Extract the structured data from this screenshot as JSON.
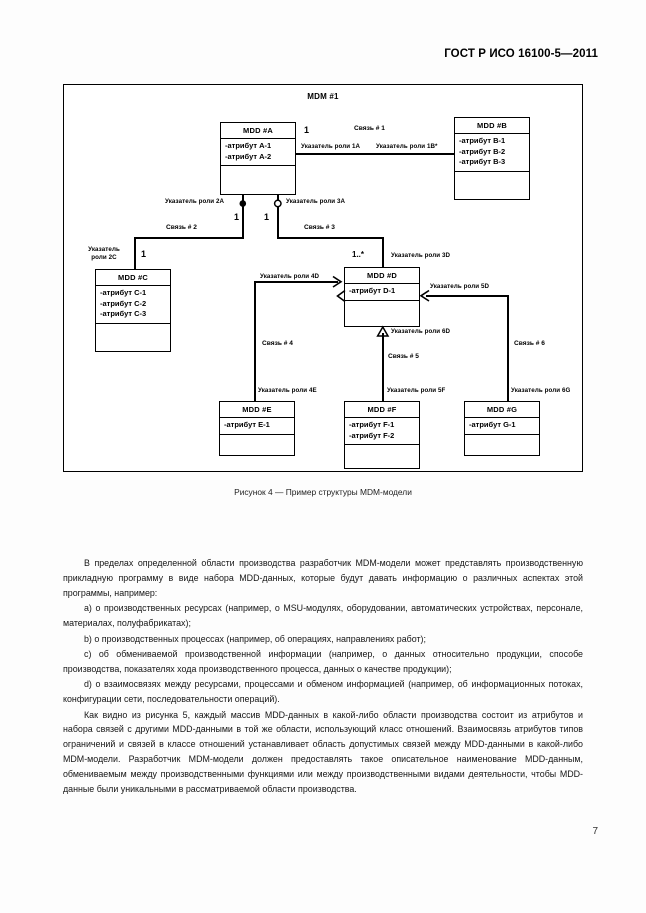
{
  "header": {
    "standard_title": "ГОСТ Р ИСО 16100-5—2011"
  },
  "figure": {
    "frame_title": "MDM #1",
    "caption": "Рисунок 4 — Пример структуры MDM-модели",
    "classes": [
      {
        "name": "MDD #A",
        "attributes": [
          "-атрибут A-1",
          "-атрибут A-2"
        ]
      },
      {
        "name": "MDD #B",
        "attributes": [
          "-атрибут B-1",
          "-атрибут B-2",
          "-атрибут B-3"
        ]
      },
      {
        "name": "MDD #C",
        "attributes": [
          "-атрибут C-1",
          "-атрибут C-2",
          "-атрибут C-3"
        ]
      },
      {
        "name": "MDD #D",
        "attributes": [
          "-атрибут D-1"
        ]
      },
      {
        "name": "MDD #E",
        "attributes": [
          "-атрибут E-1"
        ]
      },
      {
        "name": "MDD #F",
        "attributes": [
          "-атрибут F-1",
          "-атрибут F-2"
        ]
      },
      {
        "name": "MDD #G",
        "attributes": [
          "-атрибут G-1"
        ]
      }
    ],
    "associations": [
      {
        "label": "Связь # 1"
      },
      {
        "label": "Связь # 2"
      },
      {
        "label": "Связь # 3"
      },
      {
        "label": "Связь # 4"
      },
      {
        "label": "Связь # 5"
      },
      {
        "label": "Связь # 6"
      }
    ],
    "role_labels": [
      "Указатель роли 1A",
      "Указатель роли 1B*",
      "Указатель роли 2A",
      "Указатель роли 3A",
      "Указатель роли 2C",
      "Указатель роли 4D",
      "Указатель роли 3D",
      "Указатель роли 5D",
      "Указатель роли 6D",
      "Указатель роли 4E",
      "Указатель роли 5F",
      "Указатель роли 6G"
    ],
    "multiplicities": {
      "a_right": "1",
      "a_left_down": "1",
      "a_right_down": "1",
      "c_top": "1",
      "d_top": "1..*"
    },
    "role_label_2c_line1": "Указатель",
    "role_label_2c_line2": "роли 2C"
  },
  "body": {
    "paragraphs": [
      "В пределах определенной области производства разработчик MDM-модели может представлять производственную прикладную программу в виде набора MDD-данных, которые будут давать информацию о различных аспектах этой программы, например:",
      "a) о производственных ресурсах (например, о MSU-модулях, оборудовании, автоматических устройствах, персонале, материалах, полуфабрикатах);",
      "b) о производственных процессах (например, об операциях, направлениях работ);",
      "c) об обмениваемой производственной информации (например, о данных относительно продукции, способе производства, показателях хода производственного процесса, данных о качестве продукции);",
      "d) о взаимосвязях между ресурсами, процессами и обменом информацией (например, об информационных потоках, конфигурации сети, последовательности операций).",
      "Как видно из рисунка 5, каждый массив MDD-данных в какой-либо области производства состоит из атрибутов и набора связей с другими MDD-данными в той же области, использующий класс отношений. Взаимосвязь атрибутов типов ограничений и связей в классе отношений устанавливает область допустимых связей между MDD-данными в какой-либо MDM-модели. Разработчик MDM-модели должен предоставлять такое описательное наименование MDD-данным, обмениваемым между производственными функциями или между производственными  видами деятельности, чтобы MDD-данные были уникальными в рассматриваемой области производства."
    ]
  },
  "footer": {
    "page_number": "7"
  }
}
